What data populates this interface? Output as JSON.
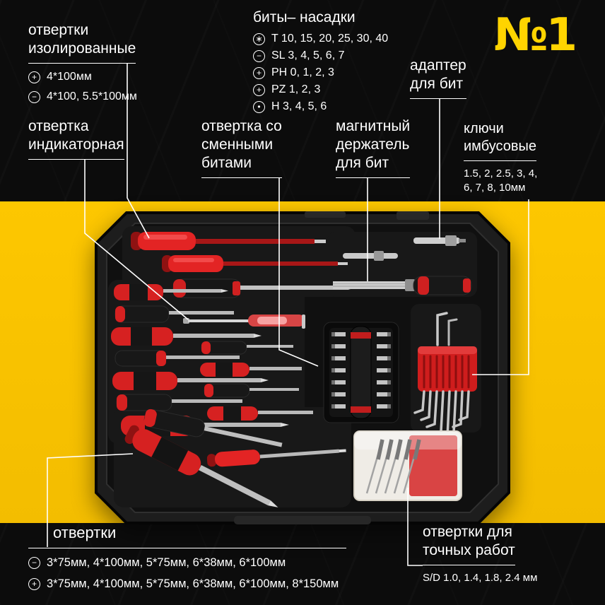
{
  "colors": {
    "background": "#0c0c0c",
    "band_yellow": "#fdc700",
    "logo_yellow": "#ffd400",
    "tool_red": "#d62121",
    "label_text": "#ffffff"
  },
  "logo": {
    "text": "№1"
  },
  "labels": {
    "insulated": {
      "title": "отвертки\nизолированные",
      "items": [
        {
          "icon": "phillips-circle-icon",
          "glyph": "+",
          "text": "4*100мм"
        },
        {
          "icon": "slot-circle-icon",
          "glyph": "−",
          "text": "4*100, 5.5*100мм"
        }
      ]
    },
    "bits": {
      "title": "биты– насадки",
      "items": [
        {
          "icon": "torx-circle-icon",
          "glyph": "∗",
          "text": "T 10, 15, 20, 25, 30, 40"
        },
        {
          "icon": "slot-circle-icon",
          "glyph": "−",
          "text": "SL 3, 4, 5, 6, 7"
        },
        {
          "icon": "phillips-circle-icon",
          "glyph": "+",
          "text": "PH 0, 1, 2, 3"
        },
        {
          "icon": "pozidriv-circle-icon",
          "glyph": "+",
          "text": "PZ 1, 2, 3"
        },
        {
          "icon": "hex-circle-icon",
          "glyph": "•",
          "text": "H 3, 4, 5, 6"
        }
      ]
    },
    "adapter": {
      "title": "адаптер\nдля бит"
    },
    "indicator": {
      "title": "отвертка\nиндикаторная"
    },
    "interchangeable": {
      "title": "отвертка со\nсменными\nбитами"
    },
    "magnetic": {
      "title": "магнитный\nдержатель\nдля бит"
    },
    "hex_keys": {
      "title": "ключи\nимбусовые",
      "sizes": "1.5, 2, 2.5, 3, 4,\n6, 7, 8, 10мм"
    },
    "screwdrivers": {
      "title": "отвертки",
      "items": [
        {
          "icon": "slot-circle-icon",
          "glyph": "−",
          "text": "3*75мм, 4*100мм, 5*75мм, 6*38мм, 6*100мм"
        },
        {
          "icon": "phillips-circle-icon",
          "glyph": "+",
          "text": "3*75мм, 4*100мм, 5*75мм, 6*38мм, 6*100мм, 8*150мм"
        }
      ]
    },
    "precision": {
      "title": "отвертки для\nточных работ",
      "sizes": "S/D 1.0, 1.4, 1.8, 2.4 мм"
    }
  }
}
